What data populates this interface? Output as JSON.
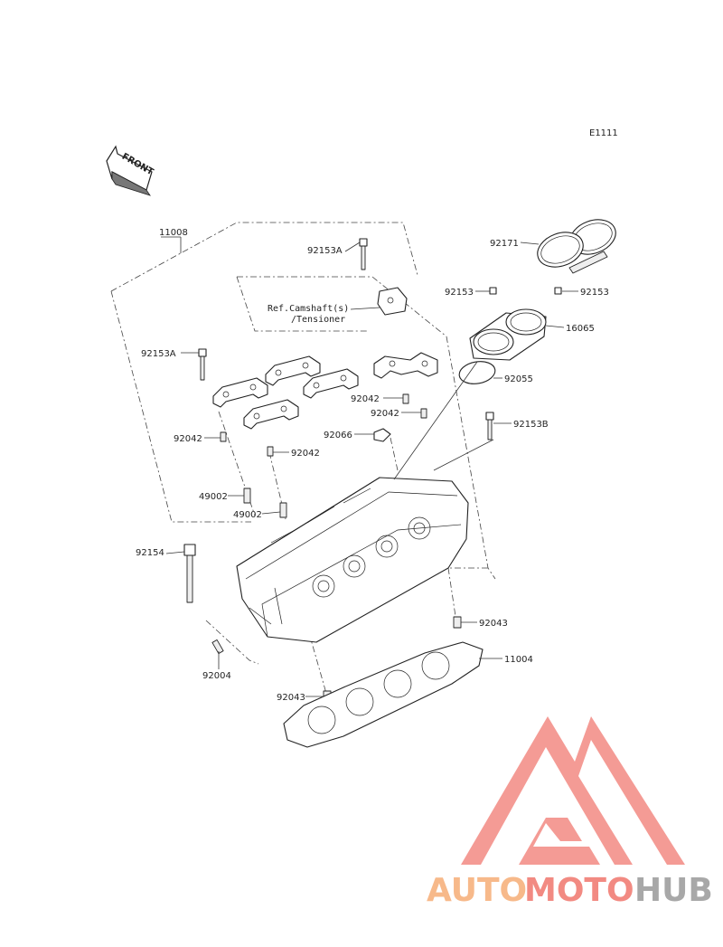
{
  "diagram": {
    "code": "E1111",
    "front_label": "FRONT",
    "reference_note": {
      "line1": "Ref.Camshaft(s)",
      "line2": "/Tensioner"
    },
    "part_numbers": {
      "p11008": "11008",
      "p92153A_top": "92153A",
      "p92153A_left": "92153A",
      "p92171": "92171",
      "p92153_left": "92153",
      "p92153_right": "92153",
      "p16065": "16065",
      "p92055": "92055",
      "p92042_a": "92042",
      "p92042_b": "92042",
      "p92042_c": "92042",
      "p92042_d": "92042",
      "p92066": "92066",
      "p92153B": "92153B",
      "p49002_a": "49002",
      "p49002_b": "49002",
      "p92154": "92154",
      "p92043_right": "92043",
      "p92004": "92004",
      "p11004": "11004",
      "p92043_bottom": "92043"
    }
  },
  "watermark": {
    "brand_part1": "AUTO",
    "brand_part2": "MOTO",
    "brand_part3": "HUB",
    "color_orange": "#f7b98a",
    "color_red": "#f28a82",
    "color_gray": "#a8a8a8"
  }
}
